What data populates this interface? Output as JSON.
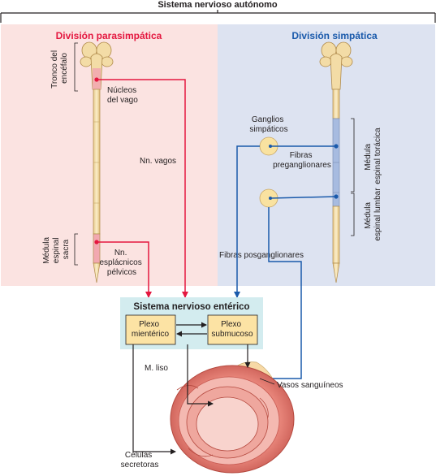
{
  "title": "Sistema nervioso autónomo",
  "parasympathetic": {
    "heading": "División parasimpática",
    "brainstem_label": [
      "Tronco del",
      "encéfalo"
    ],
    "vagal_nuclei_label": [
      "Núcleos",
      "del vago"
    ],
    "vagus_label": "Nn. vagos",
    "sacral_cord_label": [
      "Médula",
      "espinal",
      "sacra"
    ],
    "splanchnic_label": [
      "Nn.",
      "esplácnicos",
      "pélvicos"
    ]
  },
  "sympathetic": {
    "heading": "División simpática",
    "ganglia_label": [
      "Ganglios",
      "simpáticos"
    ],
    "preganglionic_label": [
      "Fibras",
      "preganglionares"
    ],
    "thoracic_label": [
      "Médula",
      "espinal torácica"
    ],
    "lumbar_label": [
      "Médula",
      "espinal lumbar"
    ],
    "postganglionic_label": "Fibras posganglionares"
  },
  "enteric": {
    "heading": "Sistema nervioso entérico",
    "myenteric_label": [
      "Plexo",
      "mientérico"
    ],
    "submucosal_label": [
      "Plexo",
      "submucoso"
    ]
  },
  "targets": {
    "smooth_muscle_label": "M. liso",
    "secretory_cells_label": [
      "Células",
      "secretoras"
    ],
    "blood_vessels_label": "Vasos sanguíneos"
  },
  "colors": {
    "parasympathetic_bg": "#fbe3e1",
    "sympathetic_bg": "#dde3f1",
    "parasympathetic_accent": "#e4173f",
    "sympathetic_accent": "#1a5aab",
    "enteric_bg": "#d3ecef",
    "plexus_box": "#fce3a4",
    "spinal_cord": "#f9e4b1"
  }
}
